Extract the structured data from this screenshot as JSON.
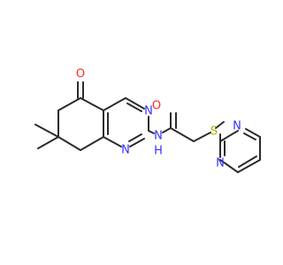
{
  "colors": {
    "bond": "#2b2b2b",
    "nitrogen": "#3333ff",
    "oxygen": "#ff2a2a",
    "sulfur": "#b3b300",
    "background": "#ffffff"
  },
  "atoms": {
    "ketone_oxygen": "O",
    "pyrimidine_n_top": "N",
    "pyrimidine_n_bottom": "N",
    "amide_n": "N",
    "amide_h": "H",
    "amide_oxygen": "O",
    "thioether_sulfur": "S",
    "pyrimidinyl_n_top": "N",
    "pyrimidinyl_n_bottom": "N"
  }
}
